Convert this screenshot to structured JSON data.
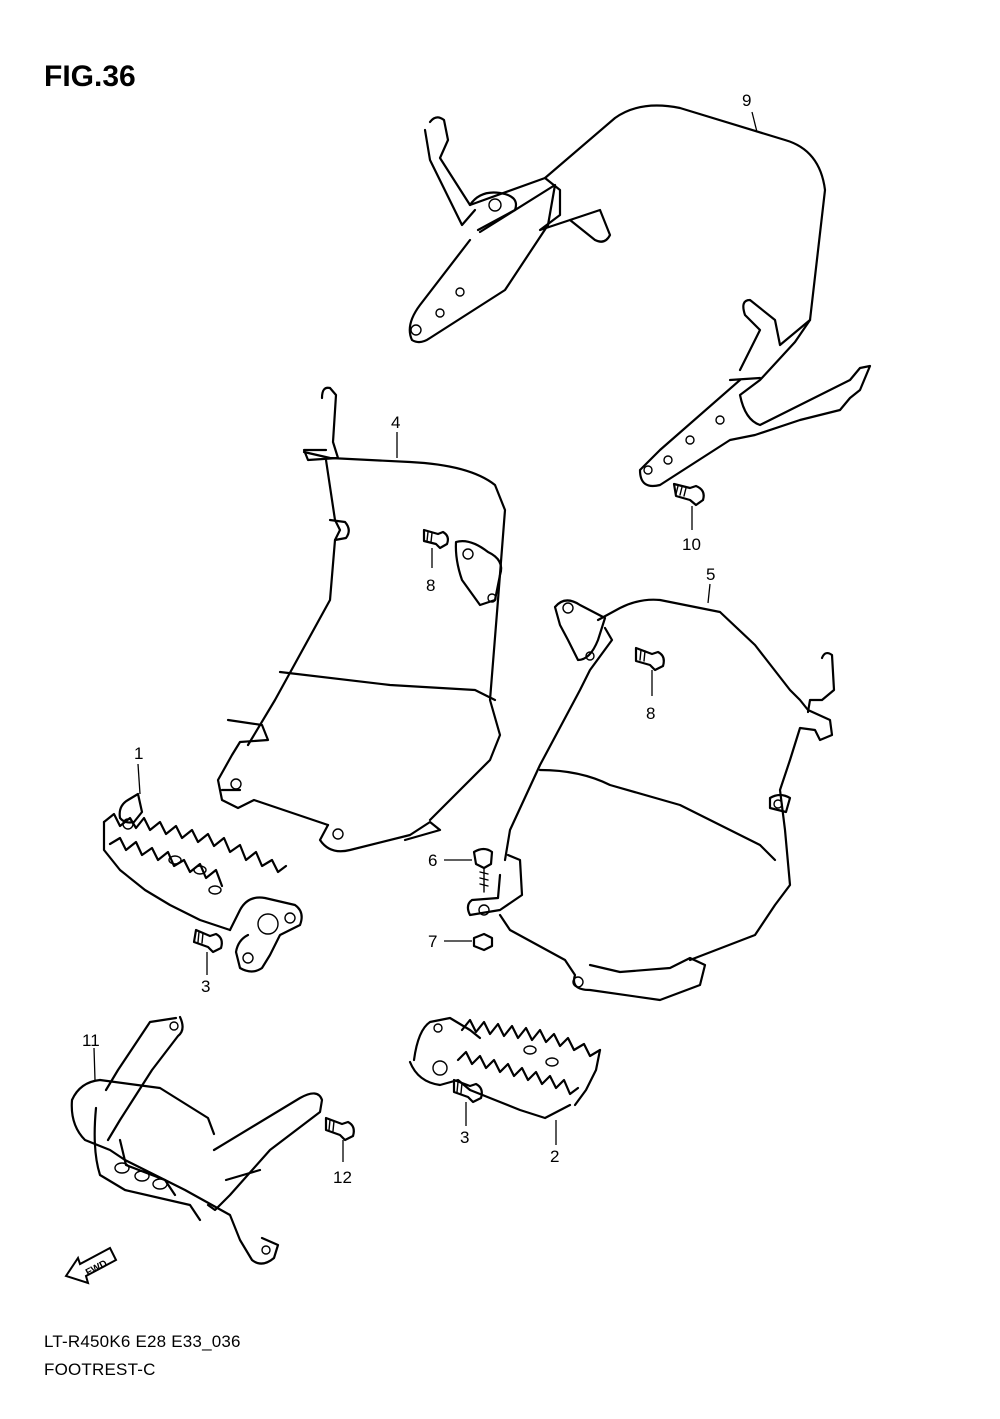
{
  "figure": {
    "title": "FIG.36",
    "code": "LT-R450K6 E28 E33_036",
    "name": "FOOTREST-C"
  },
  "callouts": [
    {
      "id": "c9",
      "label": "9"
    },
    {
      "id": "c4",
      "label": "4"
    },
    {
      "id": "c10",
      "label": "10"
    },
    {
      "id": "c8a",
      "label": "8"
    },
    {
      "id": "c5",
      "label": "5"
    },
    {
      "id": "c8b",
      "label": "8"
    },
    {
      "id": "c1",
      "label": "1"
    },
    {
      "id": "c6",
      "label": "6"
    },
    {
      "id": "c7",
      "label": "7"
    },
    {
      "id": "c3a",
      "label": "3"
    },
    {
      "id": "c11",
      "label": "11"
    },
    {
      "id": "c12",
      "label": "12"
    },
    {
      "id": "c3b",
      "label": "3"
    },
    {
      "id": "c2",
      "label": "2"
    }
  ],
  "fwd_marker": {
    "label": "FWD",
    "icon": "fwd-arrow-icon"
  }
}
